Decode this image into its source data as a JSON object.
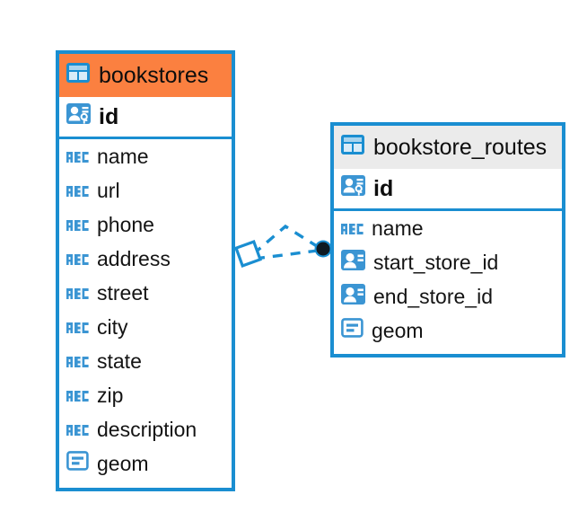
{
  "diagram": {
    "type": "entity-relationship-diagram",
    "accent_color": "#1a8ed1",
    "highlight_color": "#fb8040",
    "header_color": "#ebebeb",
    "entities": [
      {
        "name": "bookstores",
        "header_style": "orange",
        "table_icon": "table-icon",
        "primary_key": {
          "label": "id",
          "icon": "primary-key-icon"
        },
        "fields": [
          {
            "label": "name",
            "icon": "abc-text-icon"
          },
          {
            "label": "url",
            "icon": "abc-text-icon"
          },
          {
            "label": "phone",
            "icon": "abc-text-icon"
          },
          {
            "label": "address",
            "icon": "abc-text-icon"
          },
          {
            "label": "street",
            "icon": "abc-text-icon"
          },
          {
            "label": "city",
            "icon": "abc-text-icon"
          },
          {
            "label": "state",
            "icon": "abc-text-icon"
          },
          {
            "label": "zip",
            "icon": "abc-text-icon"
          },
          {
            "label": "description",
            "icon": "abc-text-icon"
          },
          {
            "label": "geom",
            "icon": "geometry-icon"
          }
        ]
      },
      {
        "name": "bookstore_routes",
        "header_style": "gray",
        "table_icon": "table-icon",
        "primary_key": {
          "label": "id",
          "icon": "primary-key-icon"
        },
        "fields": [
          {
            "label": "name",
            "icon": "abc-text-icon"
          },
          {
            "label": "start_store_id",
            "icon": "foreign-key-icon"
          },
          {
            "label": "end_store_id",
            "icon": "foreign-key-icon"
          },
          {
            "label": "geom",
            "icon": "geometry-icon"
          }
        ]
      }
    ],
    "relationship": {
      "source_endpoint": "diamond-endpoint",
      "target_endpoint": "filled-circle-endpoint",
      "line_style": "dashed"
    }
  }
}
